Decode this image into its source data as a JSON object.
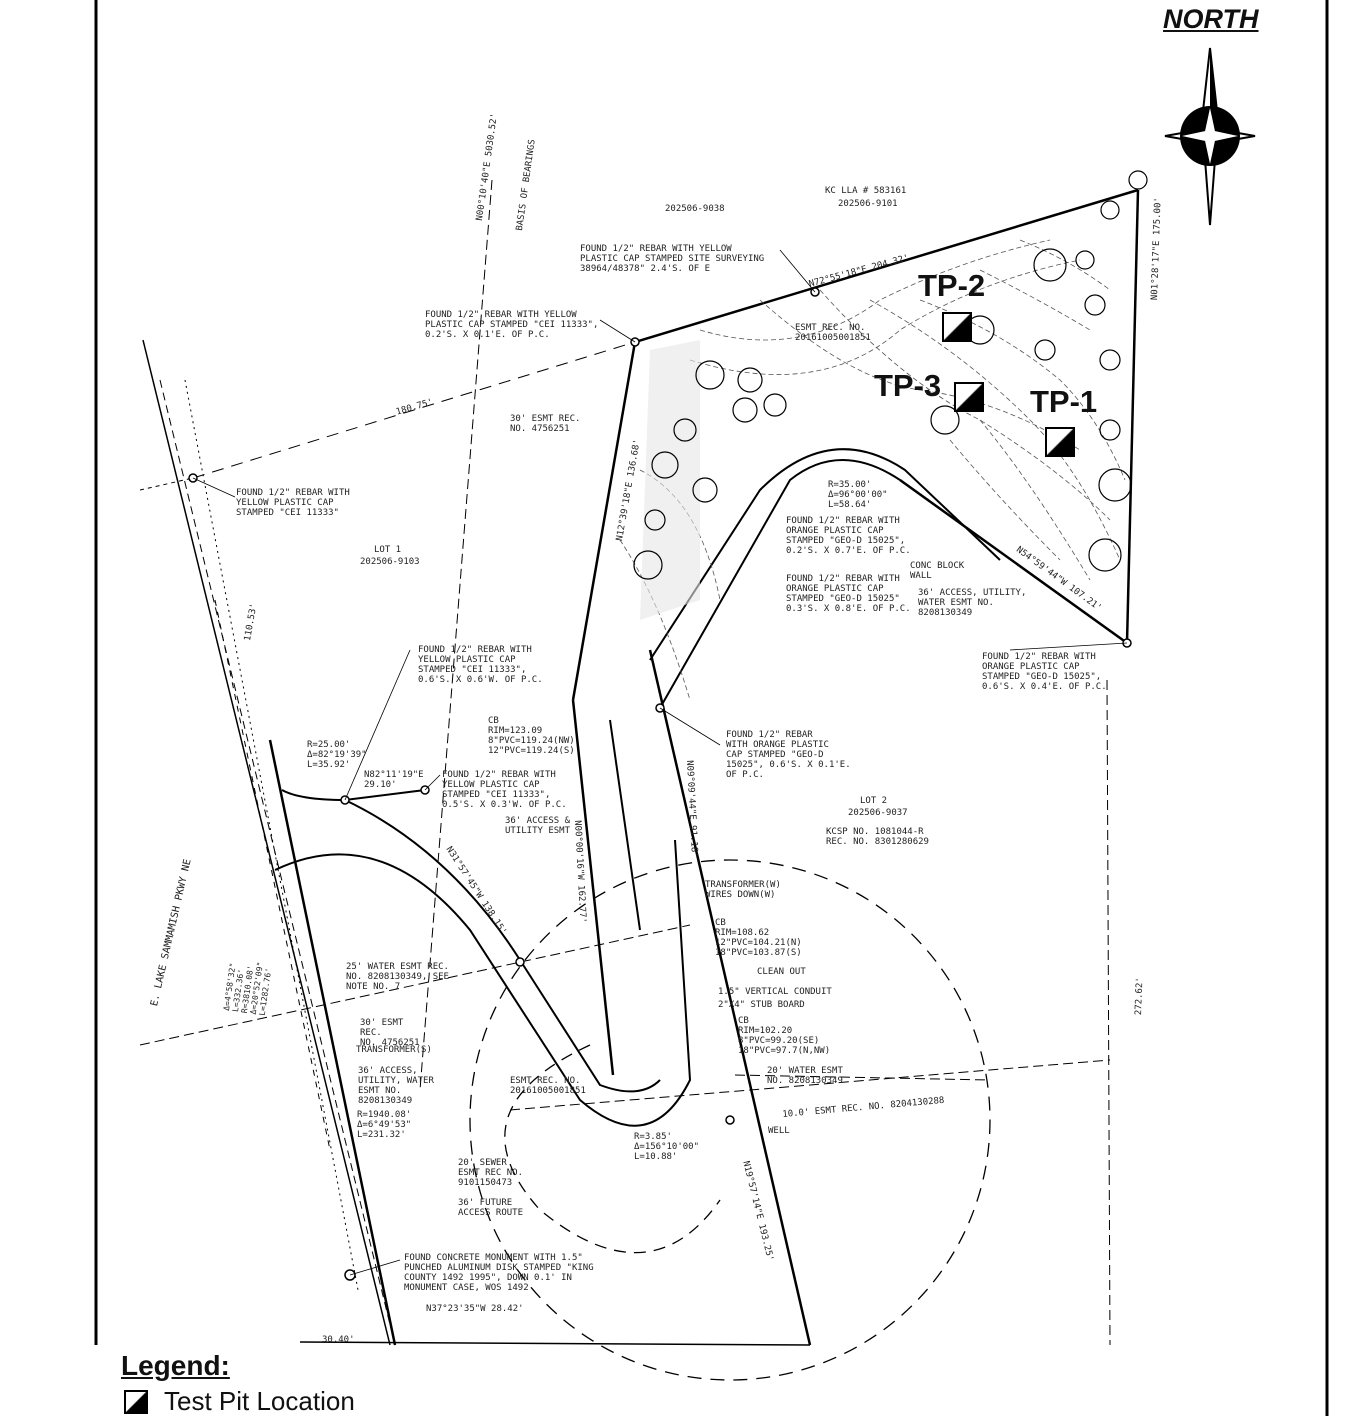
{
  "north_arrow": {
    "label": "NORTH",
    "icon": "north-arrow-compass-icon"
  },
  "test_pits": [
    {
      "id": "tp-1",
      "label": "TP-1"
    },
    {
      "id": "tp-2",
      "label": "TP-2"
    },
    {
      "id": "tp-3",
      "label": "TP-3"
    }
  ],
  "legend": {
    "title": "Legend:",
    "items": [
      {
        "icon": "test-pit-marker-icon",
        "label": "Test Pit Location"
      }
    ]
  },
  "annotations": {
    "basis_bearing": "N00°10'40\"E 5030.52'",
    "basis_label": "BASIS OF BEARINGS",
    "parcel_north": "202506-9038",
    "kc_lla": "KC LLA # 583161",
    "kc_lla_parcel": "202506-9101",
    "rebar_yellow_site": "FOUND 1/2\" REBAR WITH YELLOW\nPLASTIC CAP STAMPED SITE SURVEYING\n38964/48378\" 2.4'S. OF E",
    "rebar_yellow_top": "FOUND 1/2\" REBAR WITH YELLOW\nPLASTIC CAP STAMPED \"CEI 11333\",\n0.2'S. X 0.1'E. OF P.C.",
    "dist_top": "N72°55'18\"E 204.32'",
    "esmt_rec_top": "ESMT REC. NO.\n20161005001851",
    "dist_180": "180.75'",
    "esmt_30_top": "30' ESMT REC.\nNO. 4756251",
    "rebar_yellow_left": "FOUND 1/2\" REBAR WITH\nYELLOW PLASTIC CAP\nSTAMPED \"CEI 11333\"",
    "lot1": "LOT 1",
    "lot1_parcel": "202506-9103",
    "curve_top": "R=35.00'\nΔ=96°00'00\"\nL=58.64'",
    "rebar_orange_1": "FOUND 1/2\" REBAR WITH\nORANGE PLASTIC CAP\nSTAMPED \"GEO-D 15025\",\n0.2'S. X 0.7'E. OF P.C.",
    "conc_wall": "CONC BLOCK\nWALL",
    "rebar_orange_2": "FOUND 1/2\" REBAR WITH\nORANGE PLASTIC CAP\nSTAMPED \"GEO-D 15025\"\n0.3'S. X 0.8'E. OF P.C.",
    "access_esmt_right": "36' ACCESS, UTILITY,\nWATER ESMT NO.\n8208130349",
    "dist_se": "N54°59'44\"W 107.21'",
    "rebar_orange_3": "FOUND 1/2\" REBAR WITH\nORANGE PLASTIC CAP\nSTAMPED \"GEO-D 15025\",\n0.6'S. X 0.4'E. OF P.C.",
    "dist_east": "N01°28'17\"E 175.00'",
    "rebar_yellow_mid": "FOUND 1/2\" REBAR WITH\nYELLOW PLASTIC CAP\nSTAMPED \"CEI 11333\",\n0.6'S. X 0.6'W. OF P.C.",
    "cb_1": "CB\nRIM=123.09\n8\"PVC=119.24(NW)\n12\"PVC=119.24(S)",
    "rebar_orange_4": "FOUND 1/2\" REBAR\nWITH ORANGE PLASTIC\nCAP STAMPED \"GEO-D\n15025\", 0.6'S. X 0.1'E.\nOF P.C.",
    "curve_left": "R=25.00'\nΔ=82°19'39\"\nL=35.92'",
    "dist_left_short": "N82°11'19\"E\n29.10'",
    "rebar_yellow_mid2": "FOUND 1/2\" REBAR WITH\nYELLOW PLASTIC CAP\nSTAMPED \"CEI 11333\",\n0.5'S. X 0.3'W. OF P.C.",
    "access_esmt_mid": "36' ACCESS &\nUTILITY ESMT",
    "lot2": "LOT 2",
    "lot2_parcel": "202506-9037",
    "kcsp": "KCSP NO. 1081044-R\nREC. NO. 8301280629",
    "road": "E. LAKE SAMMAMISH PKWY NE",
    "road_curve": "Δ=4°58'32\"\nL=332.36'\nR=3810.08'\nΔ=20°52'09\"\nL=1282.76'",
    "transformer_w": "TRANSFORMER(W)\nWIRES DOWN(W)",
    "cb_2": "CB\nRIM=108.62\n12\"PVC=104.21(N)\n18\"PVC=103.87(S)",
    "clean_out": "CLEAN OUT",
    "vertical_conduit": "1.5\" VERTICAL CONDUIT",
    "stub_board": "2\"X4\" STUB BOARD",
    "cb_3": "CB\nRIM=102.20\n8\"PVC=99.20(SE)\n18\"PVC=97.7(N,NW)",
    "water_esmt_25": "25' WATER ESMT REC.\nNO. 8208130349, SEE\nNOTE NO. 7",
    "esmt_30_left": "30' ESMT\nREC.\nNO. 4756251",
    "transformer_s": "TRANSFORMER(S)",
    "access_esmt_left": "36' ACCESS,\nUTILITY, WATER\nESMT NO.\n8208130349",
    "esmt_rec_mid": "ESMT REC. NO.\n20161005001851",
    "water_esmt_20": "20' WATER ESMT\nNO. 8208130349",
    "esmt_10": "10.0' ESMT REC. NO. 8204130288",
    "curve_road": "R=1940.08'\nΔ=6°49'53\"\nL=231.32'",
    "curve_bottom": "R=3.85'\nΔ=156°10'00\"\nL=10.88'",
    "well": "WELL",
    "sewer_esmt": "20' SEWER\nESMT REC NO.\n9101150473",
    "future_access": "36' FUTURE\nACCESS ROUTE",
    "monument": "FOUND CONCRETE MONUMENT WITH 1.5\"\nPUNCHED ALUMINUM DISK STAMPED \"KING\nCOUNTY 1492 1995\", DOWN 0.1' IN\nMONUMENT CASE, WOS 1492",
    "dist_bottom": "N37°23'35\"W 28.42'",
    "dist_mid": "N31°57'45\"W 138.15'",
    "dist_drive": "N00°00'16\"W 162.77'",
    "dist_drive2": "N09°09'44\"E 91.18'",
    "dist_slope": "N12°39'18\"E 136.68'",
    "dist_right": "272.62'",
    "dist_110": "110.53'",
    "dist_east2": "N19°57'14\"E 193.25'",
    "dist_bottom_left": "30.40'"
  }
}
